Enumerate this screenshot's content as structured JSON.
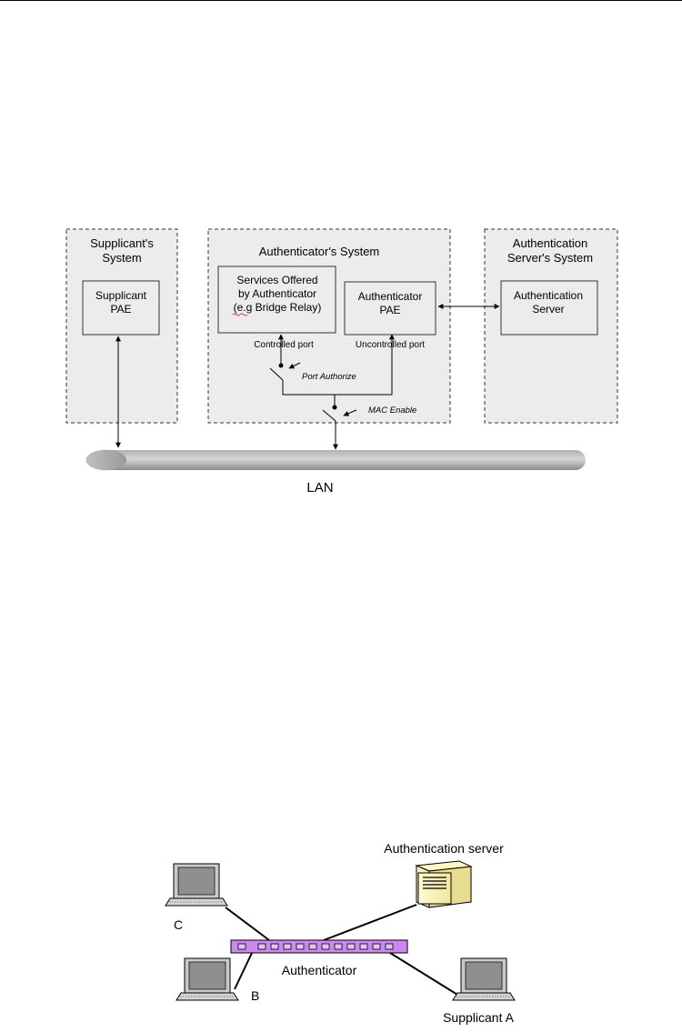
{
  "architecture": {
    "supplicant_system": {
      "title_line1": "Supplicant's",
      "title_line2": "System",
      "pae_line1": "Supplicant",
      "pae_line2": "PAE"
    },
    "authenticator_system": {
      "title": "Authenticator's System",
      "services_line1": "Services Offered",
      "services_line2": "by Authenticator",
      "services_line3": "(e.g Bridge Relay)",
      "pae_line1": "Authenticator",
      "pae_line2": "PAE",
      "controlled_port": "Controlled port",
      "uncontrolled_port": "Uncontrolled port",
      "port_authorize": "Port Authorize",
      "mac_enable": "MAC Enable"
    },
    "auth_server_system": {
      "title_line1": "Authentication",
      "title_line2": "Server's System",
      "server_line1": "Authentication",
      "server_line2": "Server"
    },
    "lan_label": "LAN"
  },
  "topology": {
    "auth_server_label": "Authentication server",
    "authenticator_label": "Authenticator",
    "client_c": "C",
    "client_b": "B",
    "supplicant_a": "Supplicant A"
  }
}
